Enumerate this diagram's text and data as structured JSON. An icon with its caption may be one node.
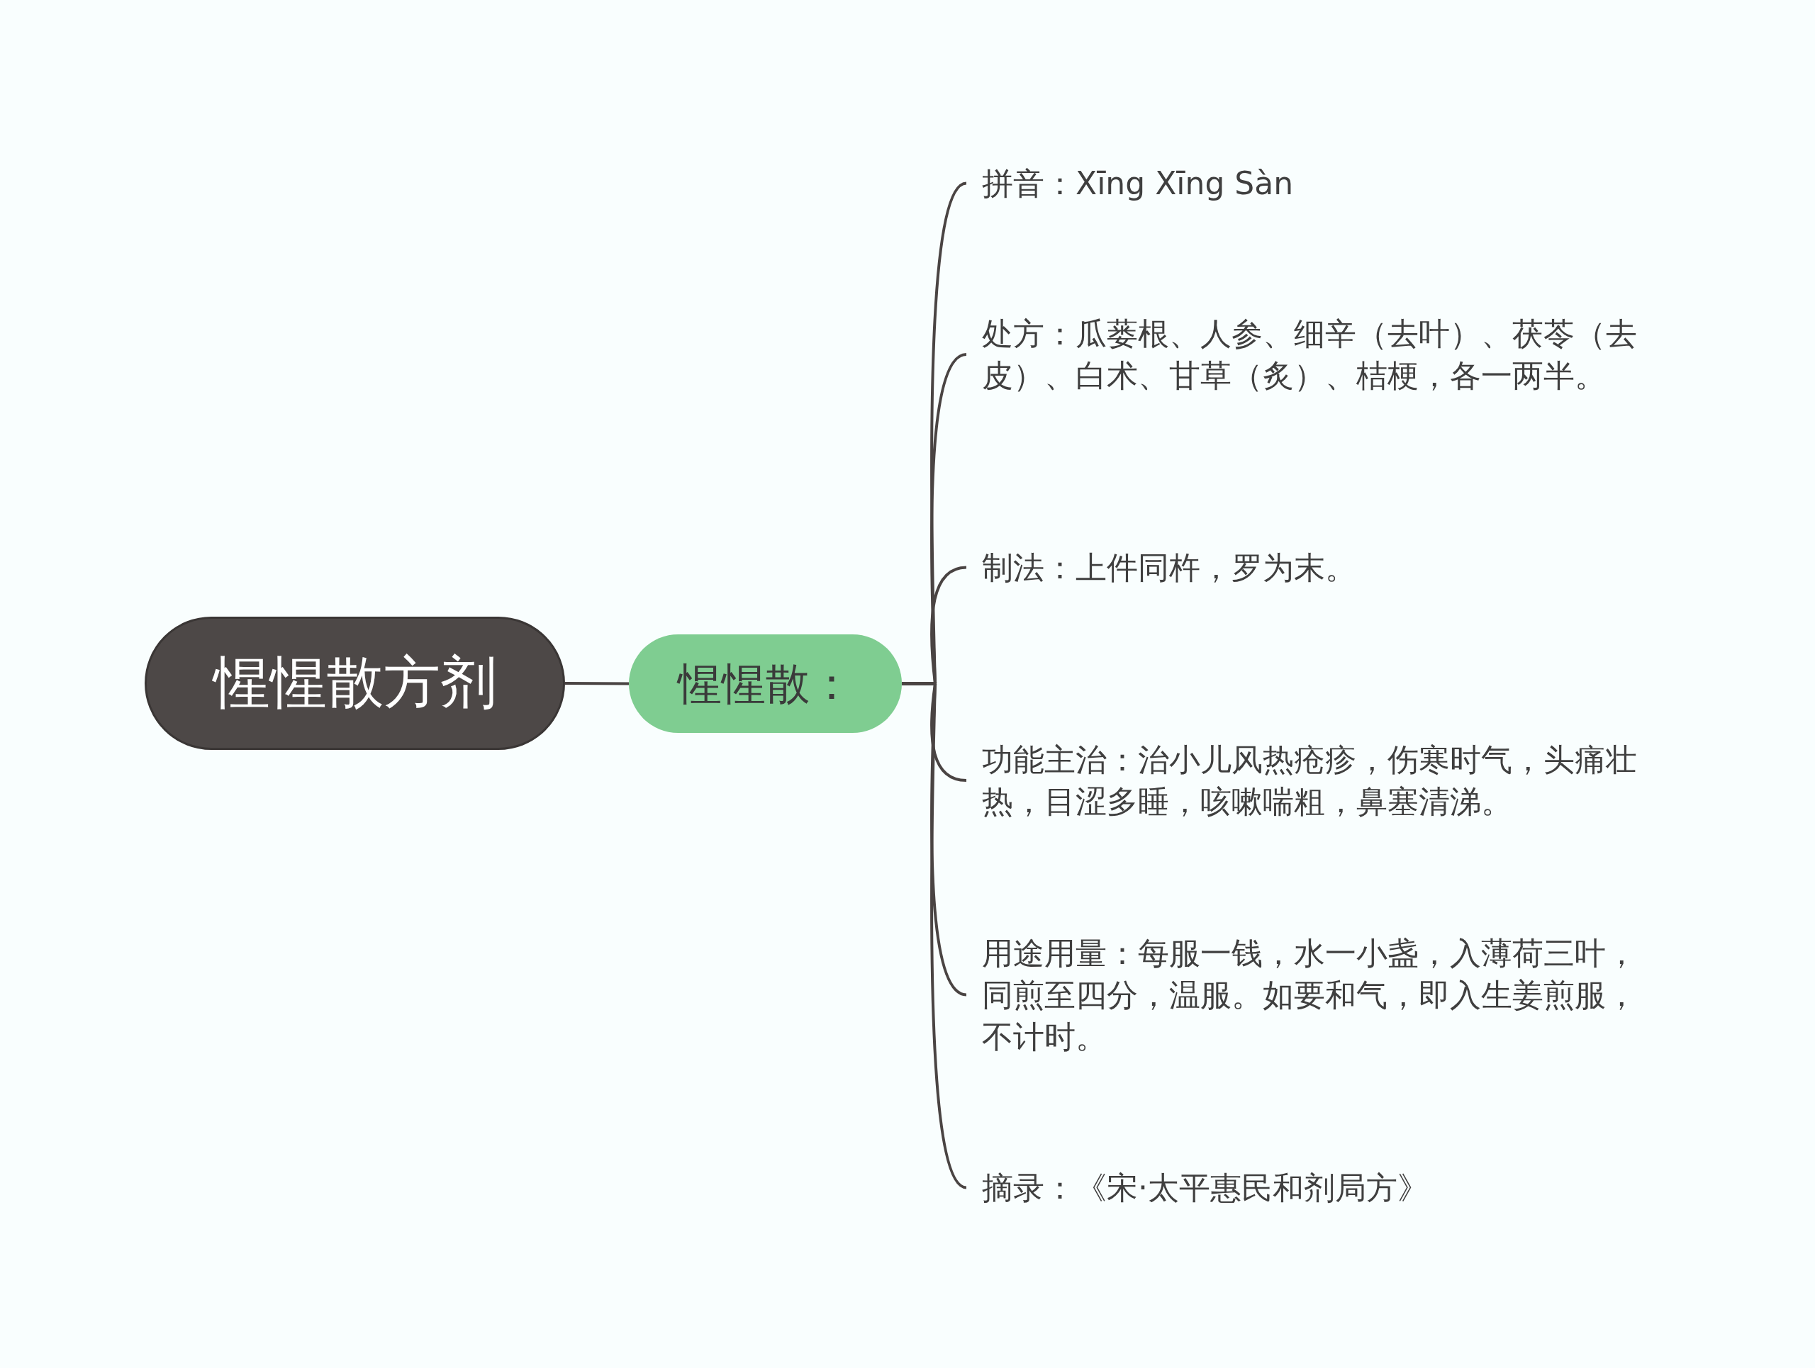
{
  "diagram": {
    "nodes": [
      {
        "text": [
          "惺惺散方剂"
        ]
      },
      {
        "text": [
          "惺惺散："
        ]
      },
      {
        "text": [
          "拼音：Xīng Xīng Sàn"
        ]
      },
      {
        "text": [
          "处方：瓜蒌根、人参、细辛（去叶）、茯苓（去皮）、白术、甘草（炙）、桔梗，各一两半。"
        ]
      },
      {
        "text": [
          "制法：上件同杵，罗为末。"
        ]
      },
      {
        "text": [
          "功能主治：治小儿风热疮疹，伤寒时气，头痛壮热，目涩多睡，咳嗽喘粗，鼻塞清涕。"
        ]
      },
      {
        "text": [
          "用途用量：每服一钱，水一小盏，入薄荷三叶，同煎至四分，温服。如要和气，即入生姜煎服，不计时。"
        ]
      },
      {
        "text": [
          "摘录：《宋·太平惠民和剂局方》"
        ]
      }
    ],
    "edges": [
      {
        "from": 0,
        "to": 1,
        "arrow": "none"
      },
      {
        "from": 1,
        "to": 2,
        "arrow": "none"
      },
      {
        "from": 1,
        "to": 3,
        "arrow": "none"
      },
      {
        "from": 1,
        "to": 4,
        "arrow": "none"
      },
      {
        "from": 1,
        "to": 5,
        "arrow": "none"
      },
      {
        "from": 1,
        "to": 6,
        "arrow": "none"
      },
      {
        "from": 1,
        "to": 7,
        "arrow": "none"
      }
    ]
  }
}
